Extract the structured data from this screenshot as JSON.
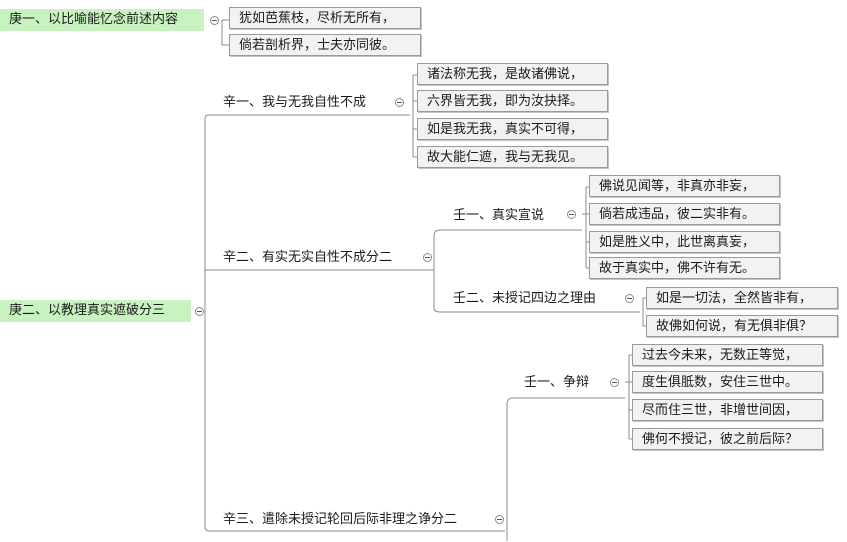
{
  "roots": [
    {
      "text": "庚一、以比喻能忆念前述内容"
    },
    {
      "text": "庚二、以教理真实遮破分三"
    }
  ],
  "branches": [
    {
      "text": "辛一、我与无我自性不成"
    },
    {
      "text": "辛二、有实无实自性不成分二"
    },
    {
      "text": "辛三、遣除未授记轮回后际非理之诤分二"
    }
  ],
  "sub_branches": [
    {
      "text": "壬一、真实宣说"
    },
    {
      "text": "壬二、未授记四边之理由"
    },
    {
      "text": "壬一、争辩"
    }
  ],
  "leaves": [
    {
      "text": "犹如芭蕉枝，尽析无所有，"
    },
    {
      "text": "倘若剖析界，士夫亦同彼。"
    },
    {
      "text": "诸法称无我，是故诸佛说，"
    },
    {
      "text": "六界皆无我，即为汝抉择。"
    },
    {
      "text": "如是我无我，真实不可得，"
    },
    {
      "text": "故大能仁遮，我与无我见。"
    },
    {
      "text": "佛说见闻等，非真亦非妄，"
    },
    {
      "text": "倘若成违品，彼二实非有。"
    },
    {
      "text": "如是胜义中，此世离真妄，"
    },
    {
      "text": "故于真实中，佛不许有无。"
    },
    {
      "text": "如是一切法，全然皆非有，"
    },
    {
      "text": "故佛如何说，有无俱非俱？"
    },
    {
      "text": "过去今未来，无数正等觉，"
    },
    {
      "text": "度生俱胝数，安住三世中。"
    },
    {
      "text": "尽而住三世，非增世间因，"
    },
    {
      "text": "佛何不授记，彼之前后际？"
    }
  ]
}
